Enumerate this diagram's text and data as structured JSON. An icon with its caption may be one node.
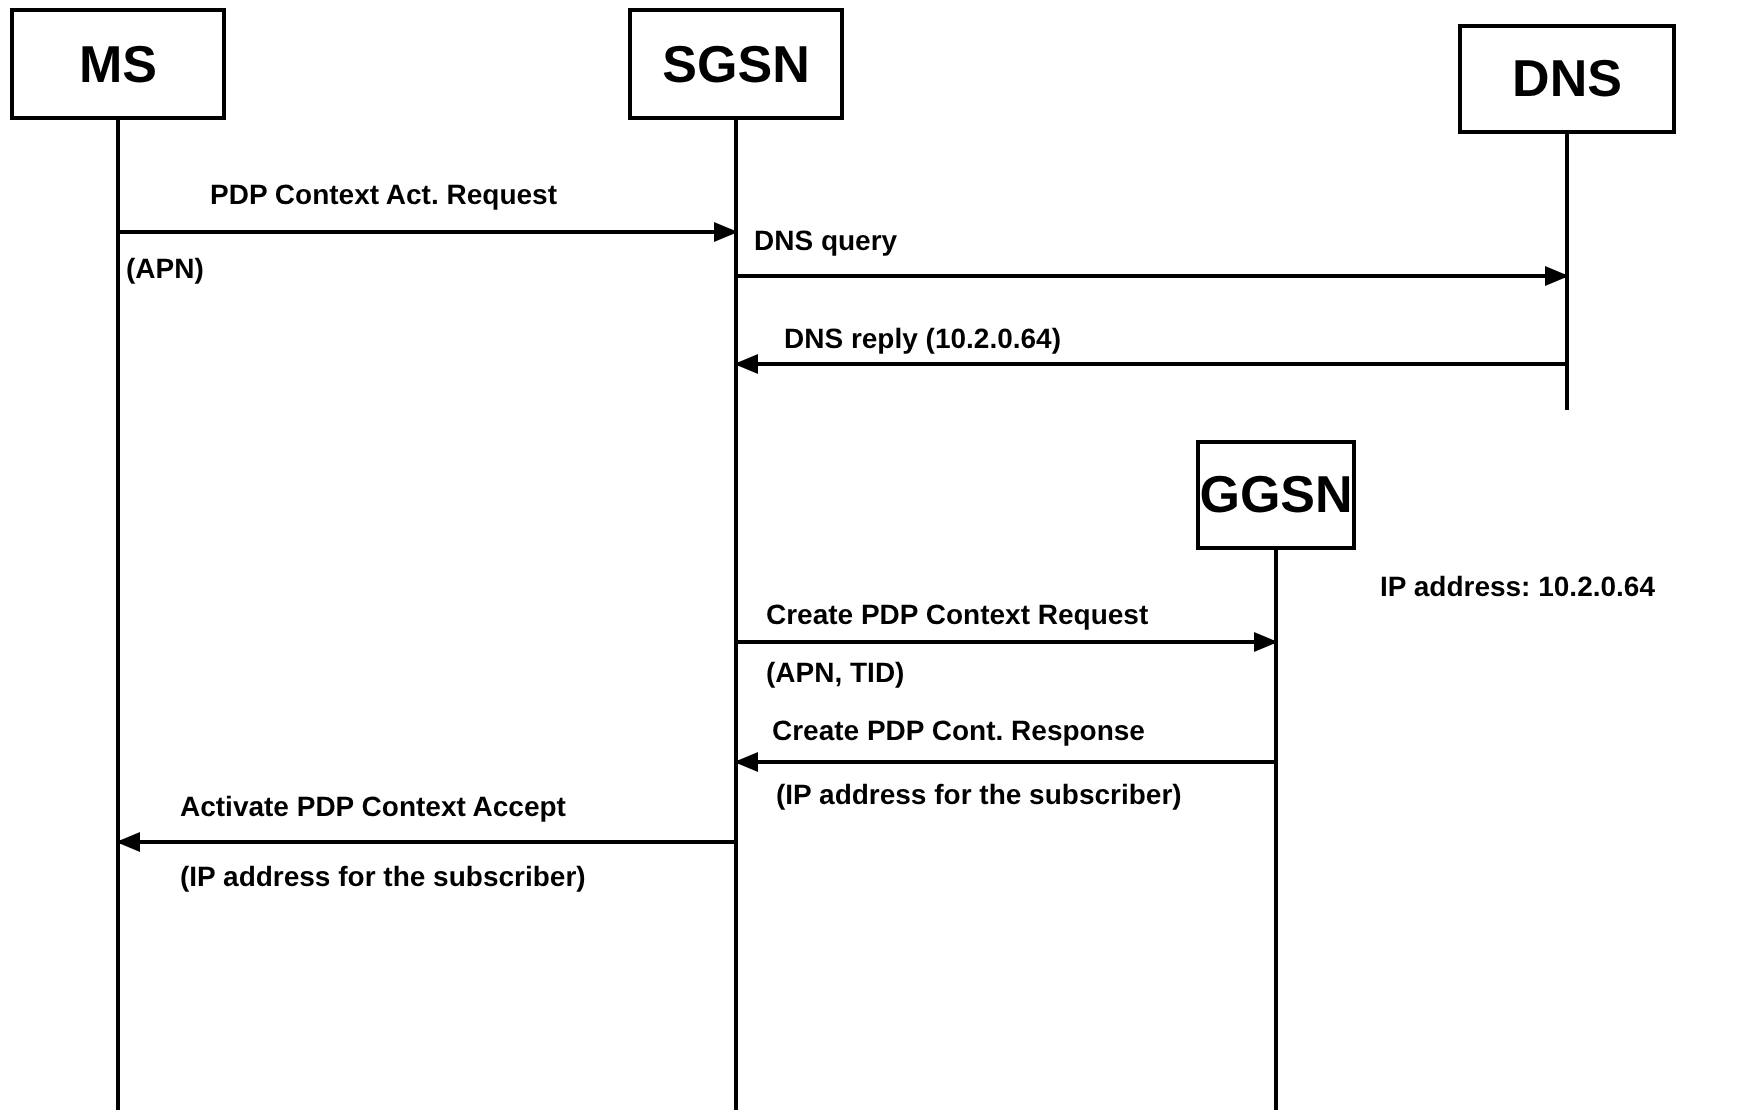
{
  "diagram": {
    "nodes": [
      {
        "text": [
          "MS"
        ]
      },
      {
        "text": [
          "SGSN"
        ]
      },
      {
        "text": [
          "DNS"
        ]
      },
      {
        "text": [
          "GGSN"
        ],
        "beside": [
          "IP address: 10.2.0.64"
        ]
      }
    ],
    "edges": [
      {
        "from": 0,
        "to": 1,
        "arrow": "to",
        "label": "PDP Context Act. Request"
      },
      {
        "from": 1,
        "to": 2,
        "arrow": "to",
        "label": "DNS query"
      },
      {
        "from": 2,
        "to": 1,
        "arrow": "to",
        "label": "DNS reply (10.2.0.64)"
      },
      {
        "from": 1,
        "to": 3,
        "arrow": "to",
        "label": "Create PDP Context Request"
      },
      {
        "from": 3,
        "to": 1,
        "arrow": "to",
        "label": "Create PDP Cont. Response"
      },
      {
        "from": 1,
        "to": 0,
        "arrow": "to",
        "label": "Activate PDP Context Accept"
      }
    ],
    "labels": [
      "(APN)",
      "(APN, TID)",
      "(IP address for the subscriber)",
      "(IP address for the subscriber)"
    ]
  }
}
